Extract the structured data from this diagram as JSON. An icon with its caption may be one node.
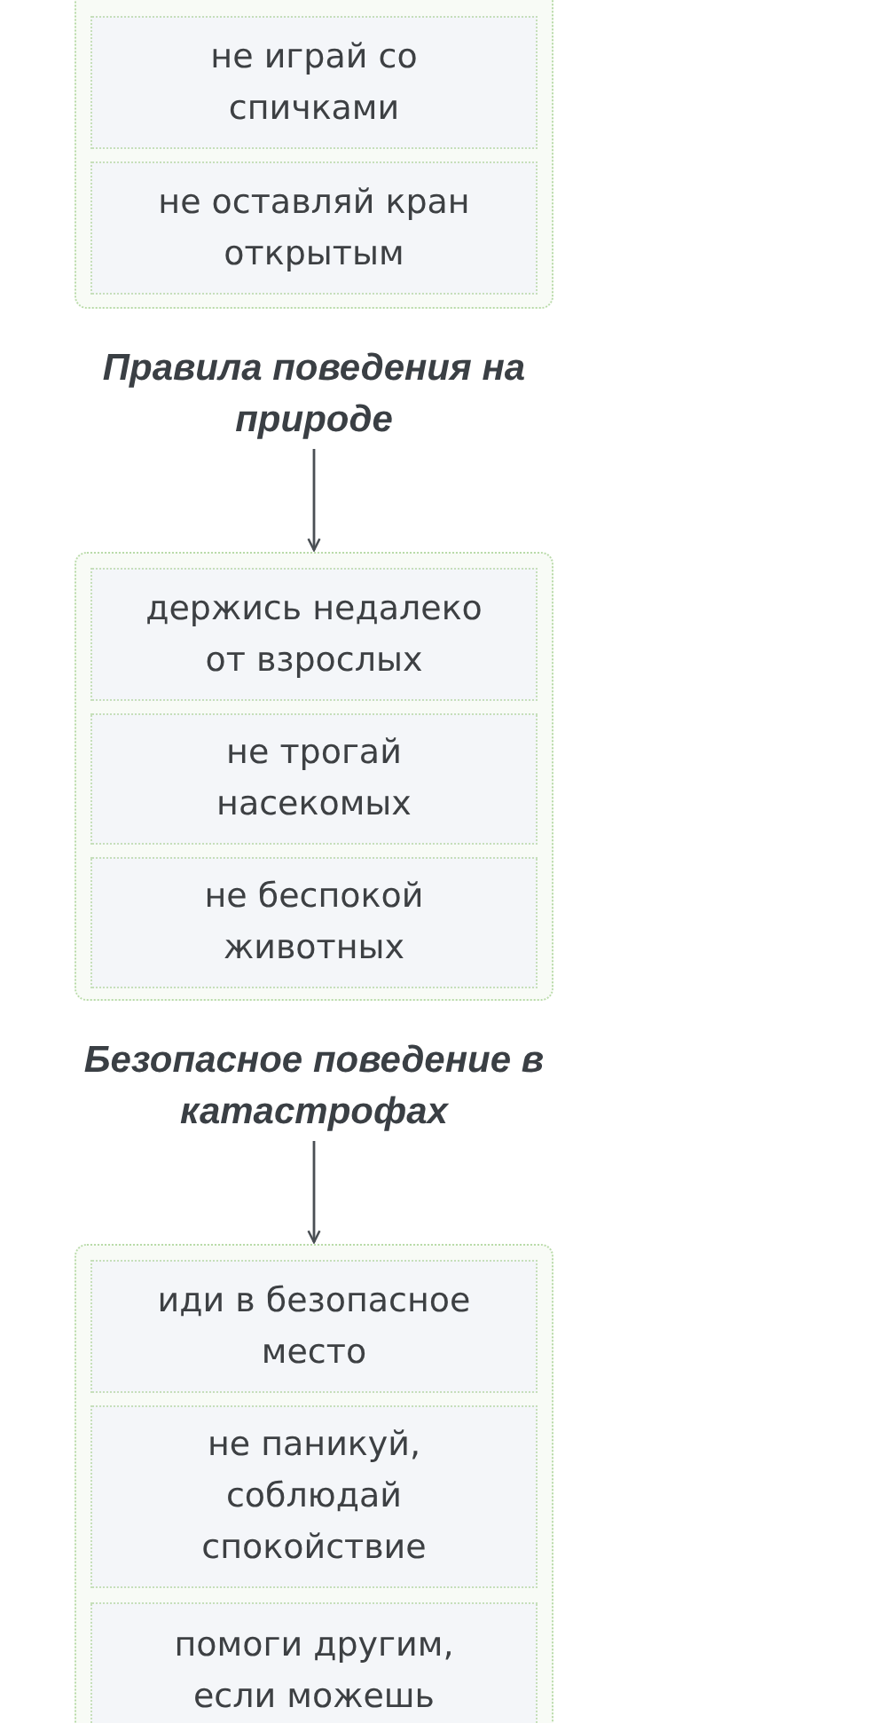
{
  "diagram": {
    "nodes": [
      {
        "text": [],
        "shape": "box"
      },
      {
        "text": [
          "не играй со спичками"
        ],
        "in": 0
      },
      {
        "text": [
          "не оставляй кран открытым"
        ],
        "in": 0
      },
      {
        "text": [
          "Правила поведения на природе"
        ]
      },
      {
        "text": [],
        "shape": "box"
      },
      {
        "text": [
          "держись недалеко от взрослых"
        ],
        "in": 4
      },
      {
        "text": [
          "не трогай насекомых"
        ],
        "in": 4
      },
      {
        "text": [
          "не беспокой животных"
        ],
        "in": 4
      },
      {
        "text": [
          "Безопасное поведение в катастрофах"
        ]
      },
      {
        "text": [],
        "shape": "box"
      },
      {
        "text": [
          "иди в безопасное место"
        ],
        "in": 9
      },
      {
        "text": [
          "не паникуй, соблюдай спокойствие"
        ],
        "in": 9
      },
      {
        "text": [
          "помоги другим, если можешь"
        ],
        "in": 9
      }
    ],
    "edges": [
      {
        "from": 3,
        "to": 4,
        "arrow": "to"
      },
      {
        "from": 8,
        "to": 9,
        "arrow": "to"
      }
    ]
  }
}
